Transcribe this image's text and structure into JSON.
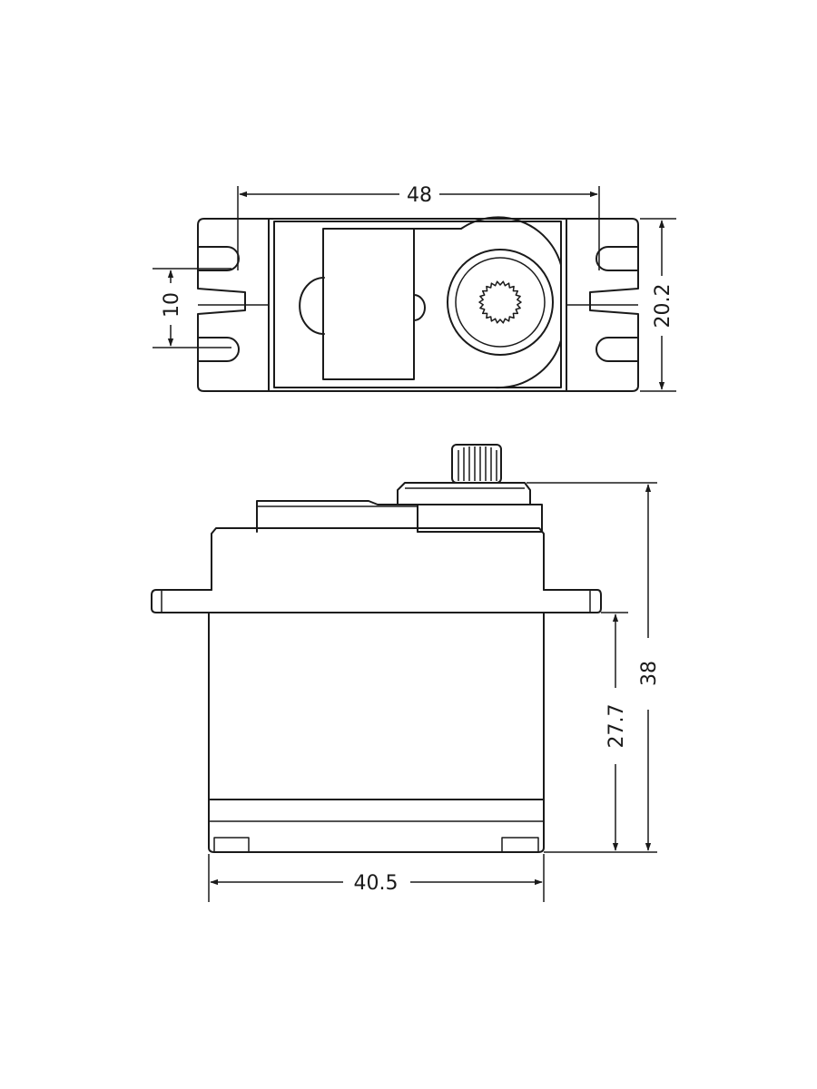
{
  "colors": {
    "line": "#1a1a1a",
    "background": "#ffffff"
  },
  "dimensions": {
    "top_width": "48",
    "mount_hole_spacing": "10",
    "top_depth": "20.2",
    "total_height": "38",
    "body_height": "27.7",
    "body_width": "40.5"
  }
}
